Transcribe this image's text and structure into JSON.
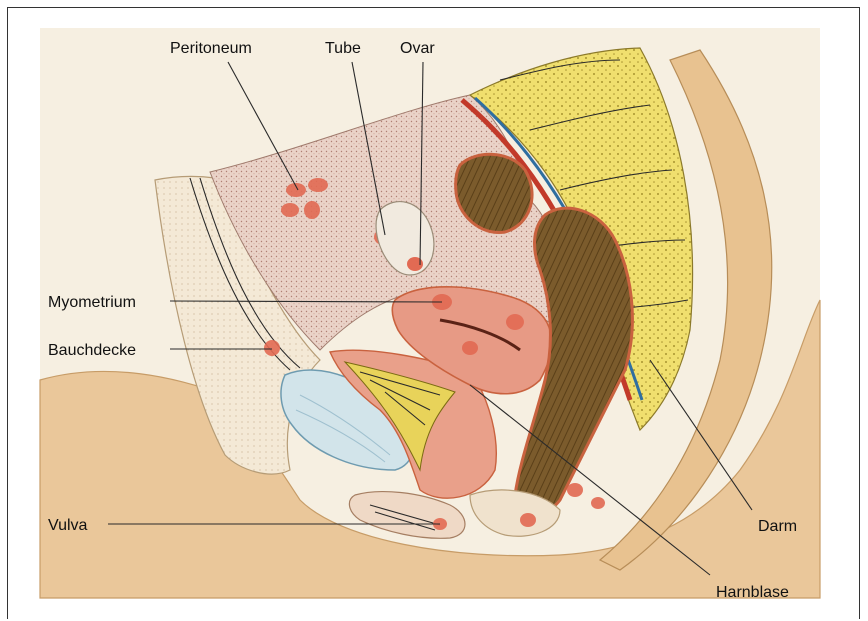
{
  "labels": {
    "peritoneum": "Peritoneum",
    "tube": "Tube",
    "ovar": "Ovar",
    "myometrium": "Myometrium",
    "bauchdecke": "Bauchdecke",
    "vulva": "Vulva",
    "darm": "Darm",
    "harnblase": "Harnblase"
  },
  "colors": {
    "background": "#f6efe1",
    "skin": "#eac79a",
    "abdominal_wall": "#f3e6cf",
    "peritoneal_cavity": "#e9cfc6",
    "uterus": "#e79a85",
    "uterus_outline": "#c9623f",
    "bowel": "#7a5a2a",
    "bowel_outline": "#c9623f",
    "bladder": "#d2e4ea",
    "vertebrae": "#f2e37a",
    "endometriosis_lesion": "#e26a53",
    "vessel_red": "#c23a2a",
    "vessel_blue": "#2f6ea0"
  }
}
